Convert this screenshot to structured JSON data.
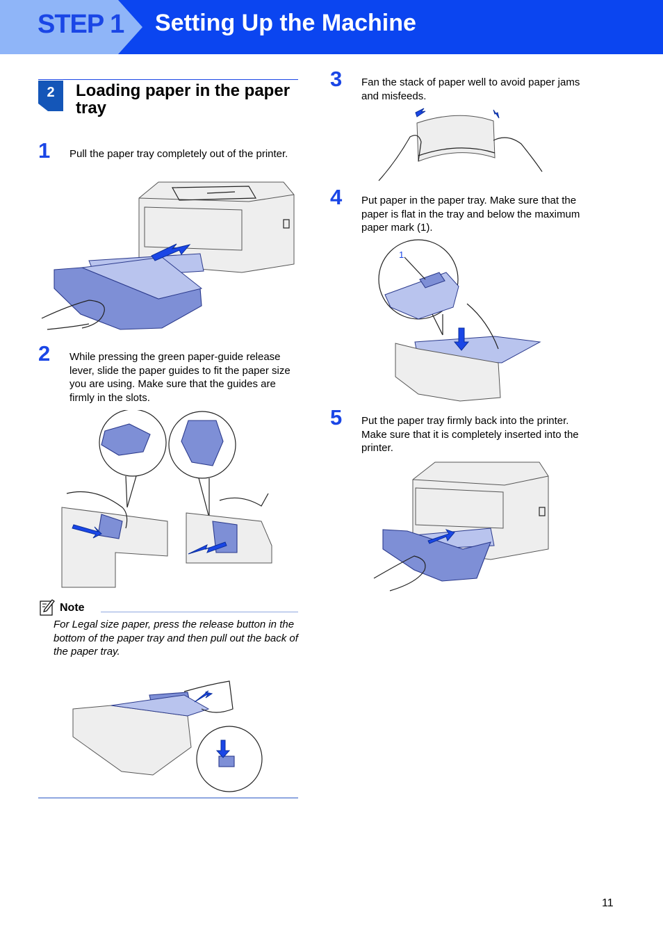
{
  "header": {
    "step_label": "STEP 1",
    "title": "Setting Up the Machine"
  },
  "section": {
    "number": "2",
    "title": "Loading paper in the paper tray"
  },
  "steps": [
    {
      "number": "1",
      "text": "Pull the paper tray completely out of the printer."
    },
    {
      "number": "2",
      "text": "While pressing the green paper-guide release lever, slide the paper guides to fit the paper size you are using. Make sure that the guides are firmly in the slots."
    },
    {
      "number": "3",
      "text": "Fan the stack of paper well to avoid paper jams and misfeeds."
    },
    {
      "number": "4",
      "text": "Put paper in the paper tray. Make sure that the paper is flat in the tray and below the maximum paper mark (1)."
    },
    {
      "number": "5",
      "text": "Put the paper tray firmly back into the printer. Make sure that it is completely inserted into the printer."
    }
  ],
  "note": {
    "label": "Note",
    "text": "For Legal size paper, press the release button in the bottom of the paper tray and then pull out the back of the paper tray."
  },
  "callout_label": "1",
  "page_number": "11",
  "icons": [
    "note-pencil-icon"
  ],
  "colors": {
    "header_blue": "#0b45f0",
    "tab_light_blue": "#8fb5f8",
    "accent_blue": "#1a46e6"
  }
}
